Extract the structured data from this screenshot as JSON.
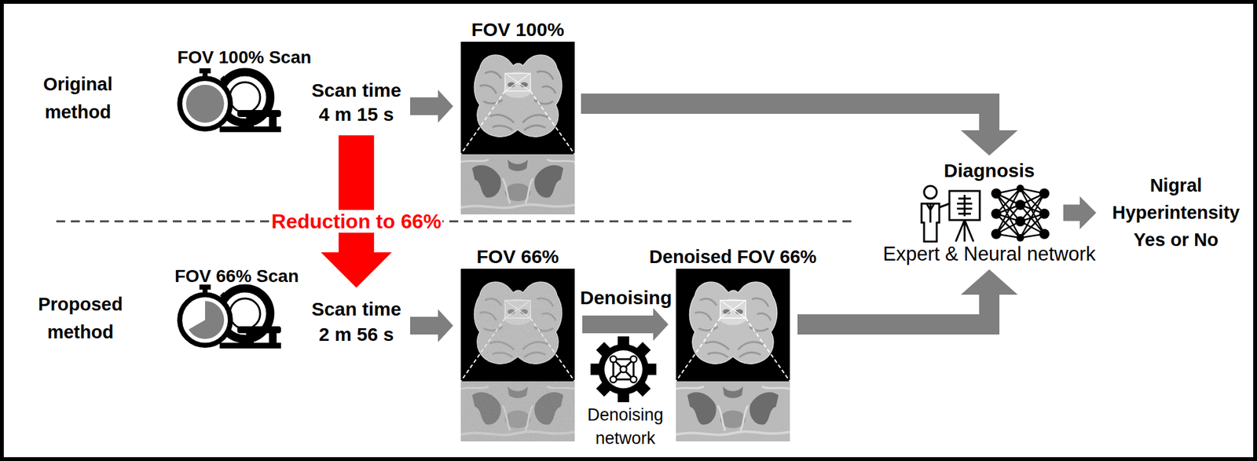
{
  "diagram": {
    "nodes": [
      {
        "text": [
          "FOV 100% Scan"
        ]
      },
      {
        "text": [
          "Scan time 4 m 15 s"
        ]
      },
      {
        "text": [
          "FOV 100%"
        ]
      },
      {
        "text": [
          "FOV 66% Scan"
        ]
      },
      {
        "text": [
          "Scan time 2 m 56 s"
        ]
      },
      {
        "text": [
          "FOV 66%"
        ]
      },
      {
        "text": [
          "Denoising network"
        ]
      },
      {
        "text": [
          "Denoised FOV 66%"
        ]
      },
      {
        "text": [
          "Diagnosis",
          "Expert & Neural network"
        ]
      },
      {
        "text": [
          "Nigral Hyperintensity Yes or No"
        ]
      }
    ],
    "edges": [
      {
        "from": 1,
        "to": 2,
        "arrow": "to"
      },
      {
        "from": 1,
        "to": 4,
        "label": "Reduction to 66%",
        "arrow": "to"
      },
      {
        "from": 4,
        "to": 5,
        "arrow": "to"
      },
      {
        "from": 5,
        "to": 7,
        "label": "Denoising",
        "arrow": "to"
      },
      {
        "from": 2,
        "to": 8,
        "arrow": "to"
      },
      {
        "from": 7,
        "to": 8,
        "arrow": "to"
      },
      {
        "from": 8,
        "to": 9,
        "arrow": "to"
      }
    ],
    "labels": [
      "Original method",
      "Proposed method"
    ]
  }
}
